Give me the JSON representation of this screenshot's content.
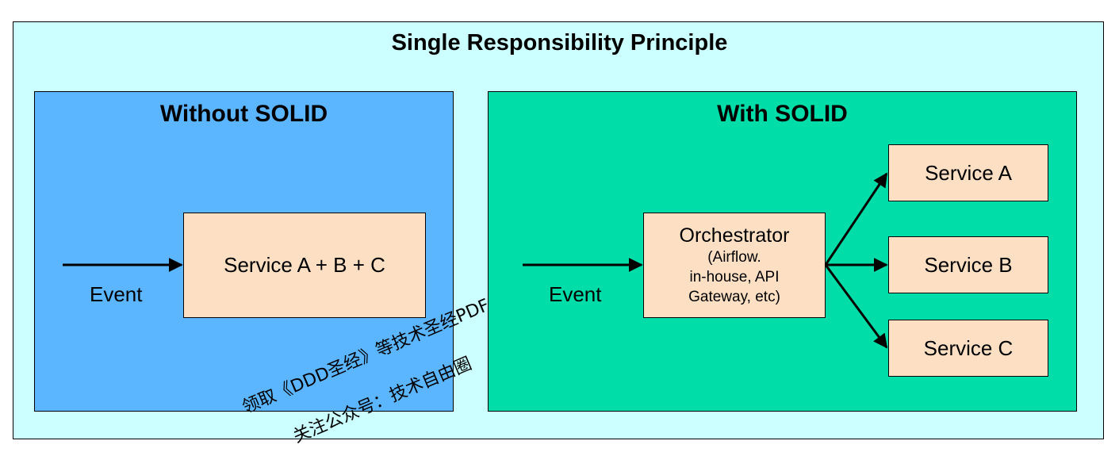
{
  "title": "Single Responsibility Principle",
  "left_panel": {
    "title": "Without SOLID",
    "event_label": "Event",
    "service_label": "Service A + B + C"
  },
  "right_panel": {
    "title": "With SOLID",
    "event_label": "Event",
    "orchestrator": {
      "title": "Orchestrator",
      "lines": [
        "(Airflow.",
        "in-house, API",
        "Gateway, etc)"
      ]
    },
    "services": [
      "Service A",
      "Service B",
      "Service C"
    ]
  },
  "watermark": {
    "line1": "领取《DDD圣经》等技术圣经PDF",
    "line2": "关注公众号：技术自由圈"
  },
  "colors": {
    "background": "#ccffff",
    "left_panel": "#5cb6ff",
    "right_panel": "#00dda9",
    "box": "#fde0c4"
  }
}
